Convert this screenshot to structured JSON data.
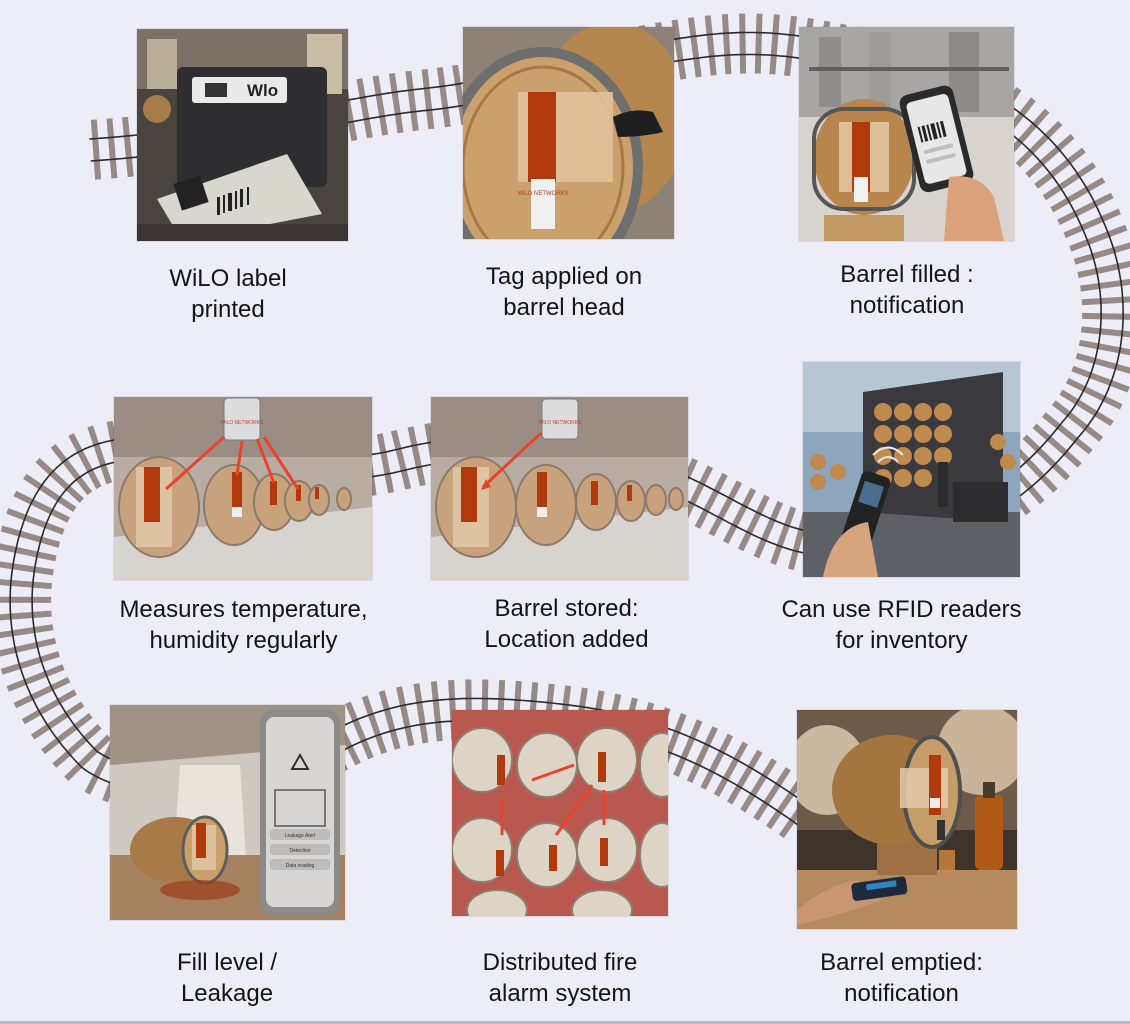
{
  "colors": {
    "background": "#ecedf6",
    "rail": "#2a2a2a",
    "tie": "#978a86",
    "tag": "#b03a0c",
    "arrow": "#e8432e"
  },
  "steps": [
    {
      "id": "label-printed",
      "caption": "WiLO label\nprinted",
      "image": "label-printer-photo",
      "printer_brand": "Wlo"
    },
    {
      "id": "tag-applied",
      "caption": "Tag applied on\nbarrel head",
      "image": "barrel-head-tag-photo",
      "tag_text": "WiLO NETWORKS"
    },
    {
      "id": "barrel-filled",
      "caption": "Barrel filled :\nnotification",
      "image": "phone-notification-photo"
    },
    {
      "id": "rfid",
      "caption": "Can use RFID readers\nfor inventory",
      "image": "rfid-reader-truck-photo"
    },
    {
      "id": "stored",
      "caption": "Barrel stored:\nLocation added",
      "image": "warehouse-gateway-photo",
      "gateway_text": "WiLO NETWORKS"
    },
    {
      "id": "measures",
      "caption": "Measures temperature,\nhumidity regularly",
      "image": "warehouse-sensors-photo",
      "gateway_text": "WiLO NETWORKS"
    },
    {
      "id": "fill-level",
      "caption": "Fill level /\nLeakage",
      "image": "leakage-alert-photo",
      "phone_lines": [
        "Leakage Alert",
        "Detection",
        "Data reading"
      ]
    },
    {
      "id": "fire-alarm",
      "caption": "Distributed fire\nalarm system",
      "image": "barrel-rack-mesh-photo"
    },
    {
      "id": "emptied",
      "caption": "Barrel emptied:\nnotification",
      "image": "whisky-pour-photo"
    }
  ]
}
